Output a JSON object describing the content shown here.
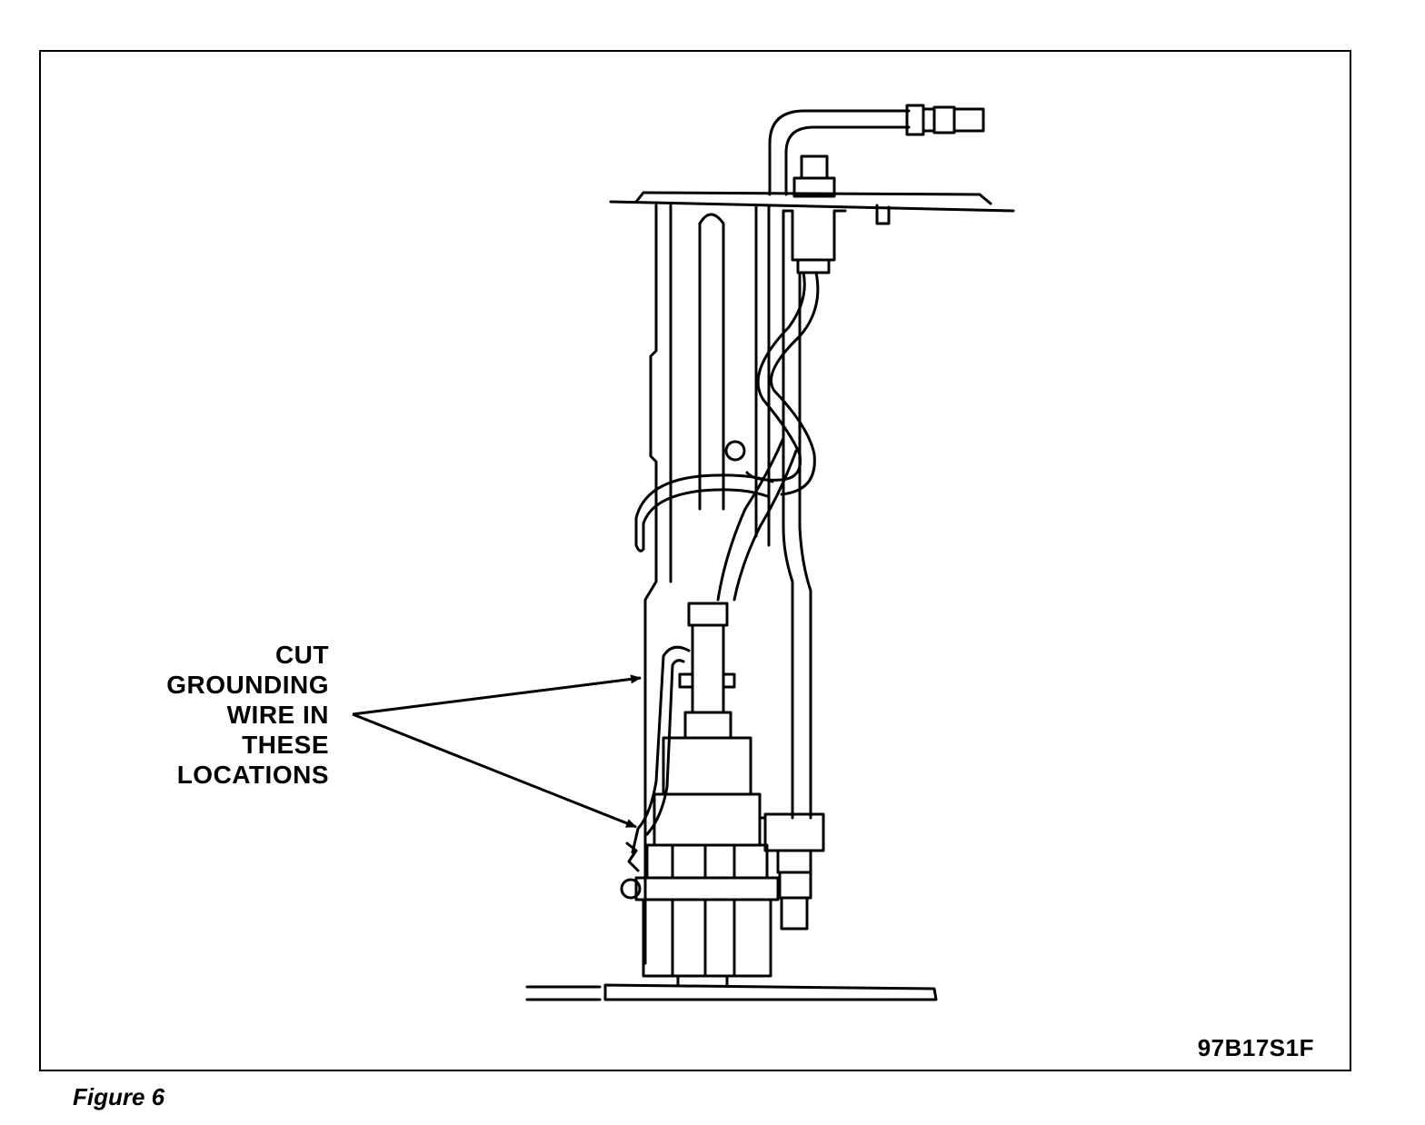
{
  "callout": {
    "lines": [
      "CUT",
      "GROUNDING",
      "WIRE IN",
      "THESE",
      "LOCATIONS"
    ]
  },
  "diagram_code": "97B17S1F",
  "caption": "Figure 6",
  "colors": {
    "line": "#000000",
    "background": "#ffffff"
  }
}
